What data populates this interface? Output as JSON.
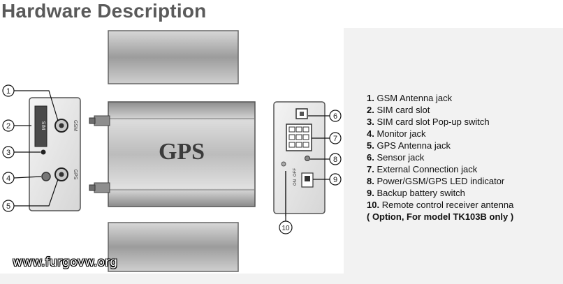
{
  "title": "Hardware Description",
  "device": {
    "label": "GPS",
    "port_labels": [
      "GSM",
      "GPS",
      "SIM"
    ],
    "switch_labels": [
      "ON",
      "OFF"
    ]
  },
  "callouts": [
    "1",
    "2",
    "3",
    "4",
    "5",
    "6",
    "7",
    "8",
    "9",
    "10"
  ],
  "legend": [
    {
      "num": "1.",
      "text": "GSM Antenna jack"
    },
    {
      "num": "2.",
      "text": "SIM card slot"
    },
    {
      "num": "3.",
      "text": "SIM card slot Pop-up switch"
    },
    {
      "num": "4.",
      "text": "Monitor jack"
    },
    {
      "num": "5.",
      "text": "GPS Antenna jack"
    },
    {
      "num": "6.",
      "text": "Sensor jack"
    },
    {
      "num": "7.",
      "text": "External Connection jack"
    },
    {
      "num": "8.",
      "text": "Power/GSM/GPS LED indicator"
    },
    {
      "num": "9.",
      "text": "Backup battery switch"
    },
    {
      "num": "10.",
      "text": "Remote control receiver antenna"
    }
  ],
  "note": "( Option, For model TK103B only )",
  "watermark": "www.furgovw.org",
  "colors": {
    "title": "#5a5a5a",
    "panel": "#f2f2f2",
    "metal": "#b8b8b8",
    "device_label": "#3b3b3b"
  }
}
